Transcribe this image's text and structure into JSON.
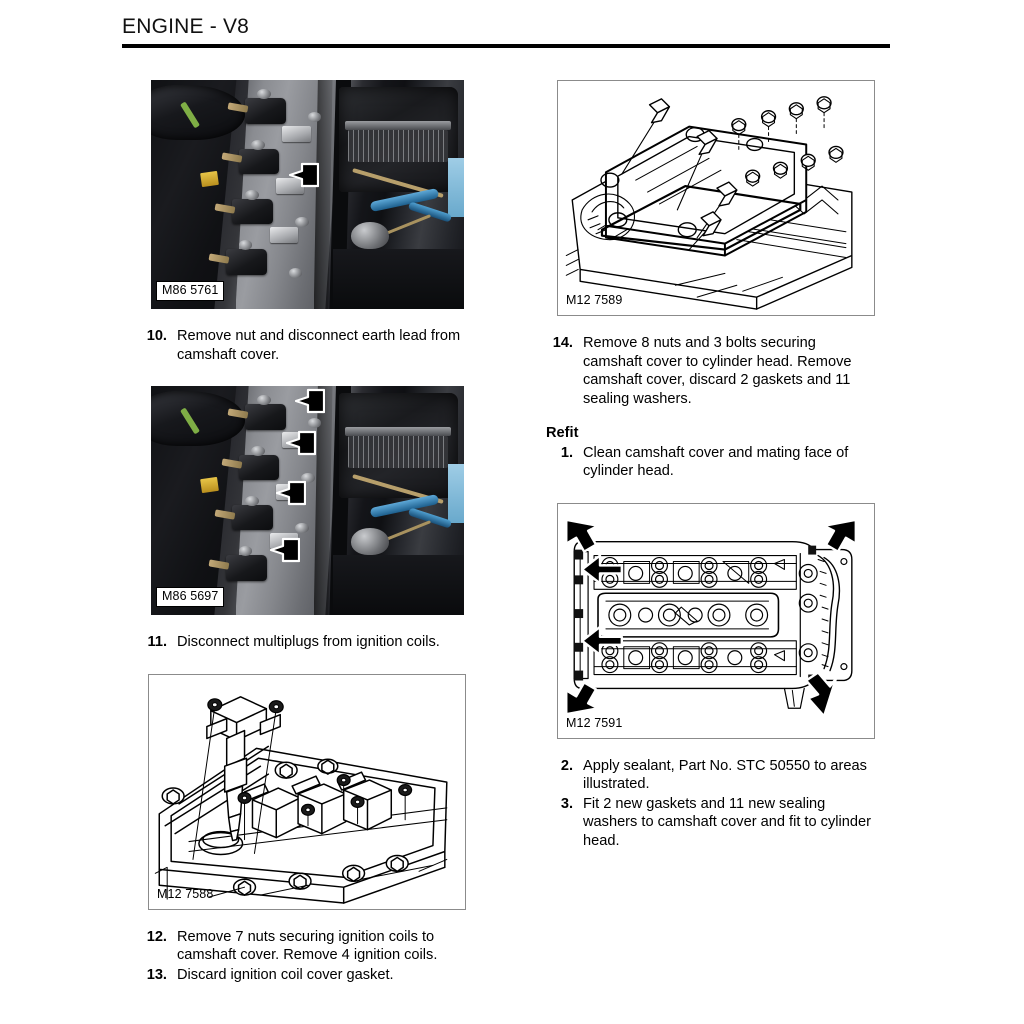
{
  "header": {
    "title": "ENGINE - V8"
  },
  "left_column": {
    "figures": [
      {
        "label": "M86 5761",
        "kind": "photo",
        "arrows": 1
      },
      {
        "label": "M86 5697",
        "kind": "photo",
        "arrows": 4
      },
      {
        "label": "M12 7588",
        "kind": "line-drawing",
        "arrows": 0
      }
    ],
    "steps_after_figure_1": [
      {
        "num": "10.",
        "text": "Remove nut and disconnect earth lead from camshaft cover."
      }
    ],
    "steps_after_figure_2": [
      {
        "num": "11.",
        "text": "Disconnect multiplugs from ignition coils."
      }
    ],
    "steps_after_figure_3": [
      {
        "num": "12.",
        "text": "Remove 7 nuts securing ignition coils to camshaft cover. Remove 4 ignition coils."
      },
      {
        "num": "13.",
        "text": "Discard ignition coil cover gasket."
      }
    ]
  },
  "right_column": {
    "figures": [
      {
        "label": "M12 7589",
        "kind": "line-drawing",
        "arrows": 0
      },
      {
        "label": "M12 7591",
        "kind": "line-drawing",
        "arrows": 6
      }
    ],
    "steps_after_figure_1": [
      {
        "num": "14.",
        "text": "Remove 8 nuts and 3 bolts securing camshaft cover to cylinder head. Remove camshaft cover, discard 2 gaskets and 11 sealing washers."
      }
    ],
    "section_heading": "Refit",
    "refit_steps_first": [
      {
        "num": "1.",
        "text": "Clean camshaft cover and mating face of cylinder head."
      }
    ],
    "refit_steps_after_figure": [
      {
        "num": "2.",
        "text": "Apply sealant, Part No. STC 50550 to areas illustrated."
      },
      {
        "num": "3.",
        "text": "Fit 2 new gaskets and 11 new sealing washers to camshaft cover and fit to cylinder head."
      }
    ]
  },
  "colors": {
    "page_background": "#ffffff",
    "text": "#000000",
    "header_rule": "#000000",
    "figure_border": "#8b8b8b",
    "arrow_fill": "#000000",
    "arrow_outline": "#ffffff"
  }
}
